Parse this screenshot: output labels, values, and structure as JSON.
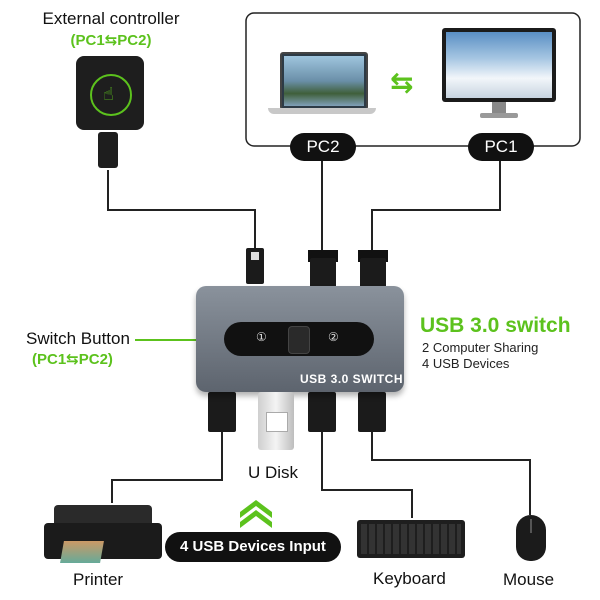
{
  "external_controller": {
    "title": "External controller",
    "subtitle": "(PC1⇆PC2)"
  },
  "computers": {
    "pc2_label": "PC2",
    "pc1_label": "PC1"
  },
  "switch_button": {
    "title": "Switch Button",
    "subtitle": "(PC1⇆PC2)"
  },
  "product": {
    "title": "USB 3.0 switch",
    "line1": "2 Computer Sharing",
    "line2": "4 USB Devices",
    "device_label": "USB 3.0 SWITCH",
    "button1": "①",
    "button2": "②"
  },
  "devices": {
    "udisk": "U Disk",
    "printer": "Printer",
    "keyboard": "Keyboard",
    "mouse": "Mouse",
    "input_pill": "4 USB Devices Input"
  },
  "colors": {
    "accent": "#5cc21d",
    "pill": "#111111",
    "switch_body": "#6b7380"
  }
}
